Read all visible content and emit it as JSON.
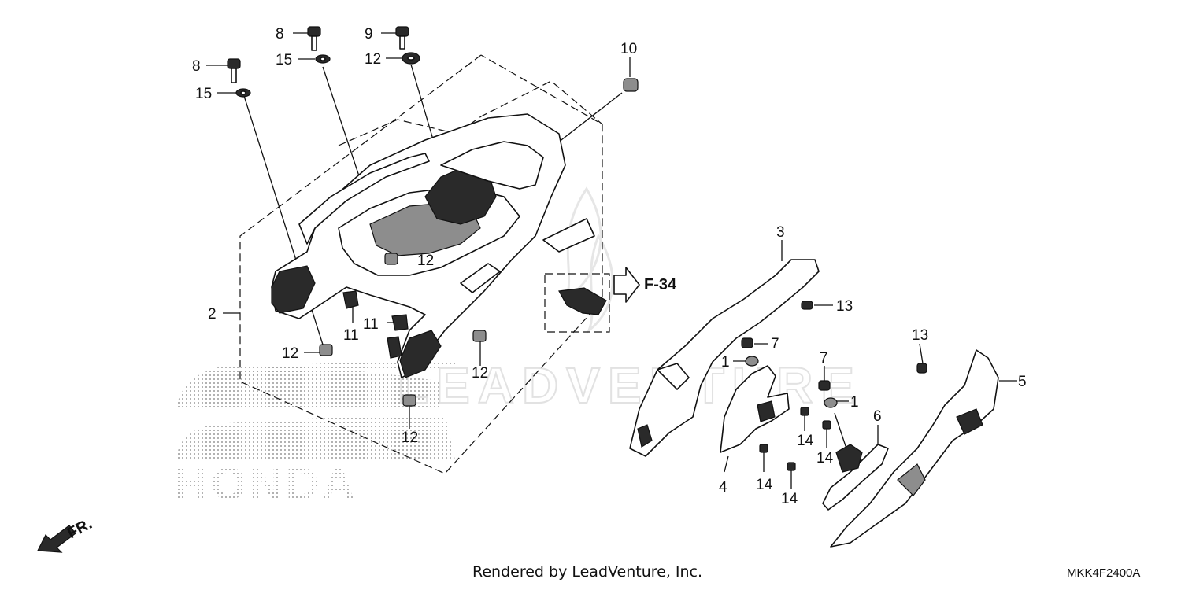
{
  "diagram": {
    "callouts": {
      "c8a": "8",
      "c8b": "8",
      "c9": "9",
      "c10": "10",
      "c15a": "15",
      "c15b": "15",
      "c12a": "12",
      "c12b": "12",
      "c12c": "12",
      "c12d": "12",
      "c12e": "12",
      "c2": "2",
      "c11a": "11",
      "c11b": "11",
      "c3": "3",
      "c13a": "13",
      "c13b": "13",
      "c7a": "7",
      "c7b": "7",
      "c1a": "1",
      "c1b": "1",
      "c4": "4",
      "c5": "5",
      "c6": "6",
      "c14a": "14",
      "c14b": "14",
      "c14c": "14",
      "c14d": "14"
    },
    "reference": "F-34",
    "direction": "FR.",
    "watermark": "LEADVENTURE",
    "brand": "HONDA"
  },
  "footer": {
    "rendered_by": "Rendered by LeadVenture, Inc.",
    "diagram_code": "MKK4F2400A"
  }
}
